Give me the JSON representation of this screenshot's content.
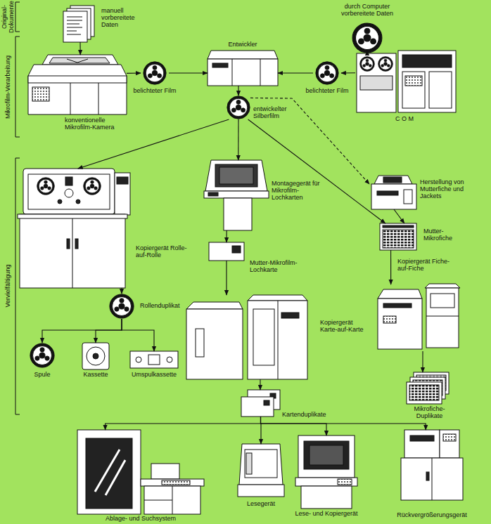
{
  "diagram": {
    "nodes": [
      {
        "text": [
          "manuell vorbereitete Daten"
        ]
      },
      {
        "text": [
          "durch Computer vorbereitete Daten"
        ]
      },
      {
        "text": [
          "konventionelle Mikrofilm-Kamera"
        ]
      },
      {
        "text": [
          "belichteter Film"
        ]
      },
      {
        "text": [
          "Entwickler"
        ]
      },
      {
        "text": [
          "belichteter Film"
        ]
      },
      {
        "text": [
          "C O M"
        ]
      },
      {
        "text": [
          "entwickelter Silberfilm"
        ]
      },
      {
        "text": [
          "Kopiergerät Rolle-auf-Rolle"
        ]
      },
      {
        "text": [
          "Rollenduplikat"
        ]
      },
      {
        "text": [
          "Spule"
        ]
      },
      {
        "text": [
          "Kassette"
        ]
      },
      {
        "text": [
          "Umspulkassette"
        ]
      },
      {
        "text": [
          "Montagegerät für Mikrofilm-Lochkarten"
        ]
      },
      {
        "text": [
          "Mutter-Mikrofilm-Lochkarte"
        ]
      },
      {
        "text": [
          "Kopiergerät Karte-auf-Karte"
        ]
      },
      {
        "text": [
          "Kartenduplikate"
        ]
      },
      {
        "text": [
          "Herstellung von Mutterfiche und Jackets"
        ]
      },
      {
        "text": [
          "Mutter-Mikrofiche"
        ]
      },
      {
        "text": [
          "Kopiergerät Fiche-auf-Fiche"
        ]
      },
      {
        "text": [
          "Mikrofiche-Duplikate"
        ]
      },
      {
        "text": [
          "Ablage- und Suchsystem"
        ]
      },
      {
        "text": [
          "Lesegerät"
        ]
      },
      {
        "text": [
          "Lese- und Kopiergerät"
        ]
      },
      {
        "text": [
          "Rückvergrößerungsgerät"
        ]
      }
    ],
    "edges": [
      {
        "from": 0,
        "to": 2,
        "arrow": "to"
      },
      {
        "from": 2,
        "to": 3,
        "arrow": "to"
      },
      {
        "from": 3,
        "to": 4,
        "arrow": "to"
      },
      {
        "from": 1,
        "to": 6,
        "arrow": "to"
      },
      {
        "from": 6,
        "to": 5,
        "arrow": "to"
      },
      {
        "from": 5,
        "to": 4,
        "arrow": "to"
      },
      {
        "from": 4,
        "to": 7,
        "arrow": "to"
      },
      {
        "from": 7,
        "to": 8,
        "arrow": "to"
      },
      {
        "from": 7,
        "to": 13,
        "arrow": "to"
      },
      {
        "from": 7,
        "to": 17,
        "arrow": "to"
      },
      {
        "from": 7,
        "to": 18,
        "arrow": "to"
      },
      {
        "from": 17,
        "to": 18,
        "arrow": "to"
      },
      {
        "from": 18,
        "to": 19,
        "arrow": "to"
      },
      {
        "from": 19,
        "to": 20,
        "arrow": "to"
      },
      {
        "from": 8,
        "to": 9,
        "arrow": "to"
      },
      {
        "from": 9,
        "to": 10,
        "arrow": "to"
      },
      {
        "from": 9,
        "to": 11,
        "arrow": "to"
      },
      {
        "from": 9,
        "to": 12,
        "arrow": "to"
      },
      {
        "from": 13,
        "to": 14,
        "arrow": "to"
      },
      {
        "from": 14,
        "to": 15,
        "arrow": "to"
      },
      {
        "from": 15,
        "to": 16,
        "arrow": "to"
      },
      {
        "from": 16,
        "to": 21,
        "arrow": "to"
      },
      {
        "from": 16,
        "to": 22,
        "arrow": "to"
      },
      {
        "from": 16,
        "to": 23,
        "arrow": "to"
      },
      {
        "from": 16,
        "to": 24,
        "arrow": "to"
      }
    ],
    "labels": [
      "Original-Dokumente",
      "Mikrofilm-Verarbeitung",
      "Vervielfältigung"
    ]
  }
}
